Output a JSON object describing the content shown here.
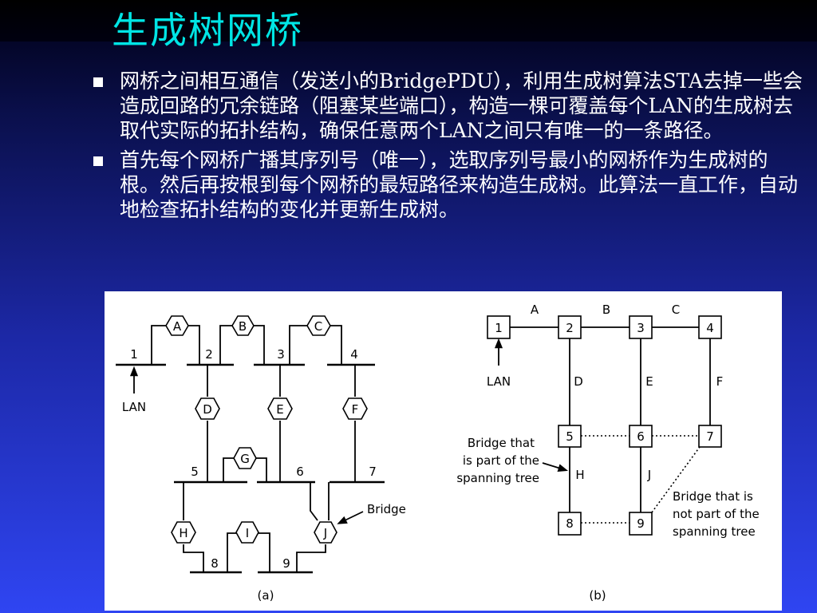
{
  "slide": {
    "title": "生成树网桥",
    "bullets": [
      "网桥之间相互通信（发送小的BridgePDU），利用生成树算法STA去掉一些会造成回路的冗余链路（阻塞某些端口），构造一棵可覆盖每个LAN的生成树去取代实际的拓扑结构，确保任意两个LAN之间只有唯一的一条路径。",
      "首先每个网桥广播其序列号（唯一），选取序列号最小的网桥作为生成树的根。然后再按根到每个网桥的最短路径来构造生成树。此算法一直工作，自动地检查拓扑结构的变化并更新生成树。"
    ]
  },
  "figure_a": {
    "caption": "(a)",
    "lan_numbers": [
      "1",
      "2",
      "3",
      "4",
      "5",
      "6",
      "7",
      "8",
      "9"
    ],
    "bridges": [
      "A",
      "B",
      "C",
      "D",
      "E",
      "F",
      "G",
      "H",
      "I",
      "J"
    ],
    "lan_label": "LAN",
    "bridge_label": "Bridge"
  },
  "figure_b": {
    "caption": "(b)",
    "nodes": [
      "1",
      "2",
      "3",
      "4",
      "5",
      "6",
      "7",
      "8",
      "9"
    ],
    "edge_labels": [
      "A",
      "B",
      "C",
      "D",
      "E",
      "F",
      "H",
      "J"
    ],
    "lan_label": "LAN",
    "part_label": [
      "Bridge that",
      "is part of the",
      "spanning  tree"
    ],
    "notpart_label": [
      "Bridge that is",
      "not part of the",
      "spanning tree"
    ]
  }
}
